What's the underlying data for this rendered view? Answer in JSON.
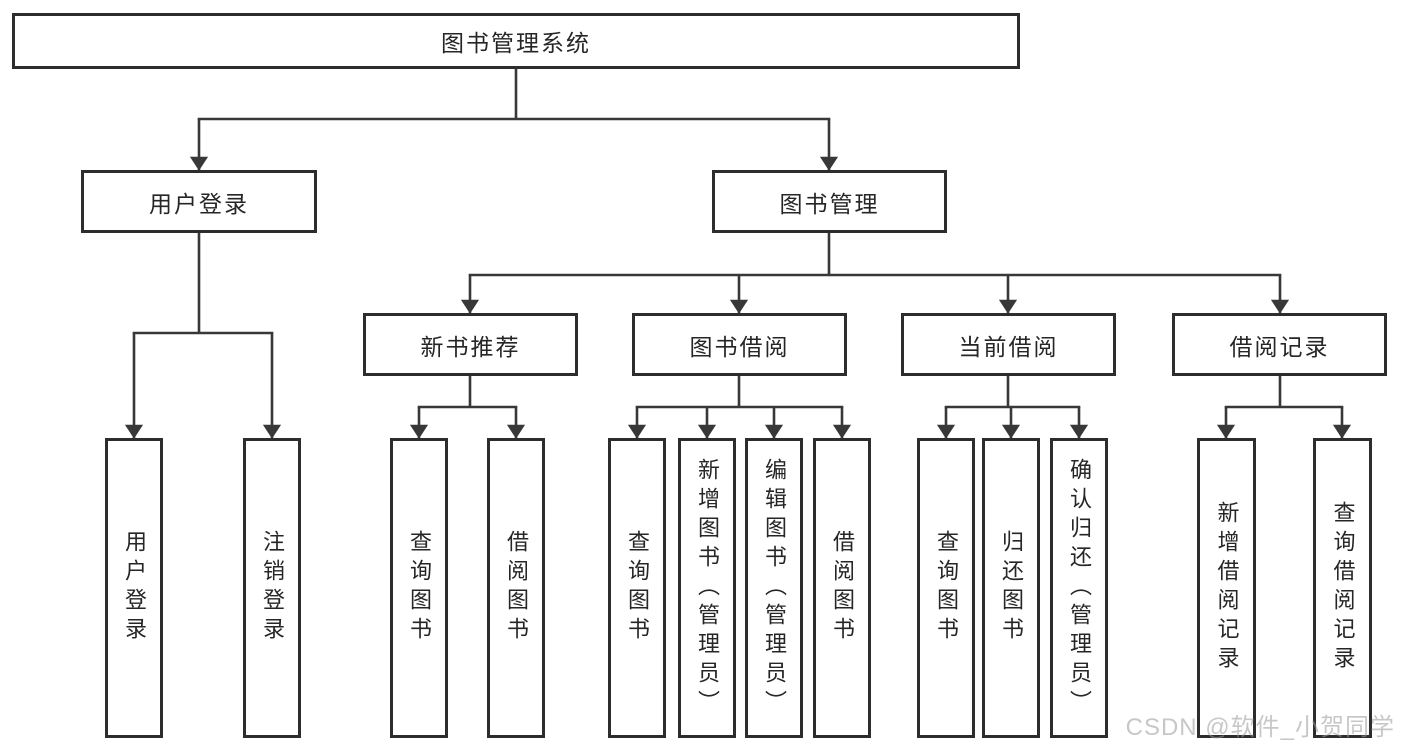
{
  "diagram": {
    "root": {
      "label": "图书管理系统"
    },
    "branches": [
      {
        "label": "用户登录",
        "children": [
          {
            "label": "用户登录"
          },
          {
            "label": "注销登录"
          }
        ]
      },
      {
        "label": "图书管理",
        "sections": [
          {
            "label": "新书推荐",
            "children": [
              {
                "label": "查询图书"
              },
              {
                "label": "借阅图书"
              }
            ]
          },
          {
            "label": "图书借阅",
            "children": [
              {
                "label": "查询图书"
              },
              {
                "label": "新增图书（管理员）"
              },
              {
                "label": "编辑图书（管理员）"
              },
              {
                "label": "借阅图书"
              }
            ]
          },
          {
            "label": "当前借阅",
            "children": [
              {
                "label": "查询图书"
              },
              {
                "label": "归还图书"
              },
              {
                "label": "确认归还（管理员）"
              }
            ]
          },
          {
            "label": "借阅记录",
            "children": [
              {
                "label": "新增借阅记录"
              },
              {
                "label": "查询借阅记录"
              }
            ]
          }
        ]
      }
    ]
  },
  "watermark": {
    "text": "CSDN @软件_小贺同学"
  },
  "colors": {
    "line": "#383838",
    "box_border": "#2d2d2d",
    "text": "#262626",
    "watermark": "#c6c6c6",
    "background": "#ffffff"
  }
}
